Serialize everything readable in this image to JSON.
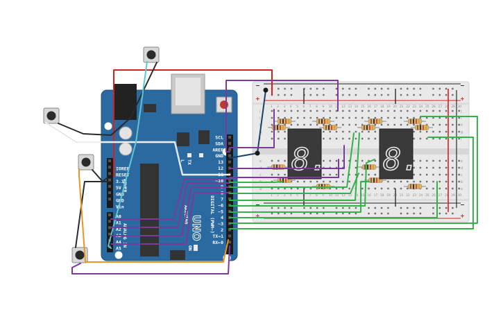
{
  "board": {
    "logo": "UNO",
    "brand_label": "ARDUINO",
    "tx_label": "TX",
    "rx_label": "RX",
    "l_label": "L",
    "on_label": "ON",
    "digital_label": "DIGITAL (PWM~)",
    "power_label": "POWER",
    "analog_label": "ANALOG IN",
    "digital_pins": [
      "SCL",
      "SDA",
      "AREF",
      "GND",
      "13",
      "12",
      "~11",
      "~10",
      "~9",
      "8",
      "7",
      "~6",
      "~5",
      "4",
      "~3",
      "2",
      "TX→1",
      "RX←0"
    ],
    "power_pins": [
      "IOREF",
      "RESET",
      "3.3V",
      "5V",
      "GND",
      "GND",
      "Vin"
    ],
    "analog_pins": [
      "A0",
      "A1",
      "A2",
      "A3",
      "A4",
      "A5"
    ]
  },
  "breadboard": {
    "rail_plus": "+",
    "rail_minus": "−",
    "row_letters_top": [
      "j",
      "i",
      "h",
      "g",
      "f"
    ],
    "row_letters_bottom": [
      "e",
      "d",
      "c",
      "b",
      "a"
    ],
    "columns": [
      1,
      2,
      3,
      4,
      5,
      6,
      7,
      8,
      9,
      10,
      11,
      12,
      13,
      14,
      15,
      16,
      17,
      18,
      19,
      20,
      21,
      22,
      23,
      24,
      25,
      26,
      27,
      28,
      29,
      30
    ]
  },
  "displays": [
    {
      "digit": "8."
    },
    {
      "digit": "8."
    }
  ],
  "colors": {
    "board": "#2b6aa0",
    "breadboard": "#ececec",
    "wire_red": "#d42020",
    "wire_purple": "#7b3a9b",
    "wire_green": "#34b24a",
    "wire_black": "#2a2a2a",
    "wire_white": "#ffffff",
    "wire_orange": "#e8961e",
    "wire_cyan": "#5ec6d3",
    "wire_navy": "#1d3f6b"
  }
}
